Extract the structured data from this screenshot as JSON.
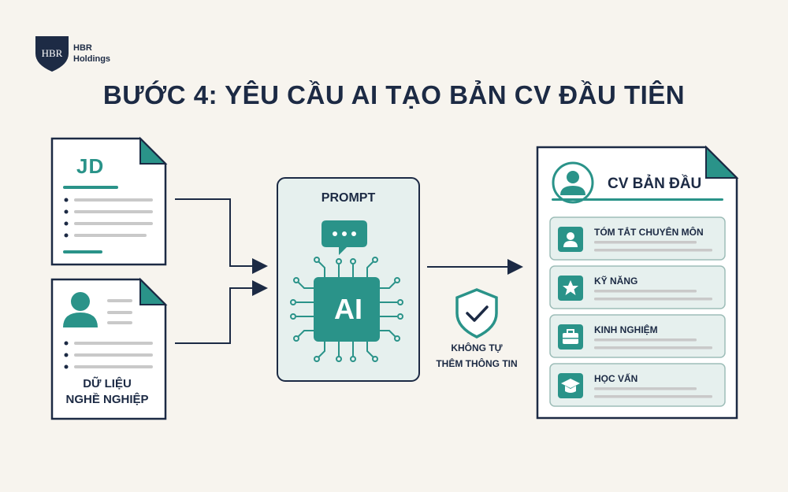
{
  "brand": {
    "logo_monogram": "HBR",
    "name_line1": "HBR",
    "name_line2": "Holdings"
  },
  "title": "BƯỚC 4: YÊU CẦU AI TẠO BẢN CV ĐẦU TIÊN",
  "inputs": {
    "jd_label": "JD",
    "data_label_line1": "DỮ LIỆU",
    "data_label_line2": "NGHỀ NGHIỆP"
  },
  "processor": {
    "prompt_label": "PROMPT",
    "ai_label": "AI"
  },
  "constraint": {
    "line1": "KHÔNG TỰ",
    "line2": "THÊM THÔNG TIN"
  },
  "output": {
    "title": "CV BẢN ĐẦU",
    "sections": [
      {
        "label": "TÓM TẮT CHUYÊN MÔN",
        "icon": "user-icon"
      },
      {
        "label": "KỸ NĂNG",
        "icon": "star-icon"
      },
      {
        "label": "KINH NGHIỆM",
        "icon": "briefcase-icon"
      },
      {
        "label": "HỌC VẤN",
        "icon": "graduation-cap-icon"
      }
    ]
  },
  "colors": {
    "teal": "#2a9389",
    "navy": "#1c2a44",
    "panel": "#e6f0ee",
    "background": "#f7f4ee"
  }
}
